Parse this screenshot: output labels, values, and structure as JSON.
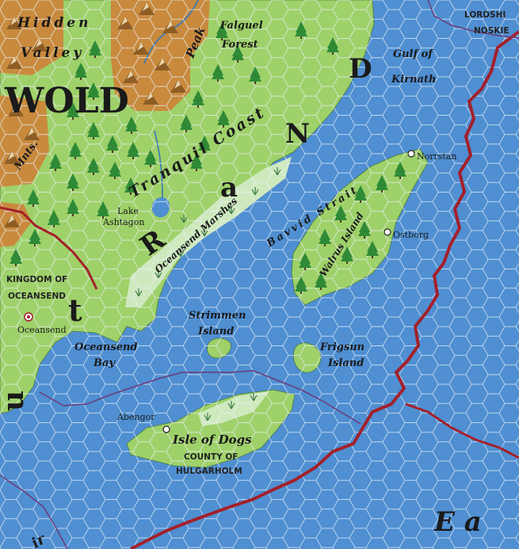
{
  "colors": {
    "sea": "#4f8fd2",
    "grass": "#9fd16a",
    "marsh": "#cfe9bf",
    "hills": "#c98a3d",
    "forest": "#2f8a36",
    "river": "#3a79b8",
    "border_major": "#a3202a",
    "border_minor": "#6b3a7a",
    "hex": "#e8f0f7"
  },
  "regions": {
    "hidden_valley_1": "Hidden",
    "hidden_valley_2": "Valley",
    "wold": "WOLD",
    "mnts": "Mnts.",
    "peaks": "Peak",
    "falguel_1": "Falguel",
    "falguel_2": "Forest",
    "coast": "Tranquil Coast",
    "lake_1": "Lake",
    "lake_2": "Ashtagon",
    "marshes": "Oceansend Marshes",
    "kingdom_1": "KINGDOM OF",
    "kingdom_2": "OCEANSEND",
    "bay_1": "Oceansend",
    "bay_2": "Bay",
    "gulf_1": "Gulf of",
    "gulf_2": "Kirnath",
    "strait": "Bavvid Strait",
    "walrus": "Walrus Island",
    "strimmen_1": "Strimmen",
    "strimmen_2": "Island",
    "frigsun_1": "Frigsun",
    "frigsun_2": "Island",
    "isle_of_dogs": "Isle of Dogs",
    "county_1": "COUNTY OF",
    "county_2": "HULGARHOLM",
    "lordship_1": "LORDSHI",
    "lordship_2": "NOSKIE"
  },
  "big_letters": {
    "r": "R",
    "a": "a",
    "n": "N",
    "d": "D",
    "t": "t",
    "u": "u",
    "ea": "E a",
    "ir": "ir"
  },
  "settlements": {
    "oceansend": "Oceansend",
    "norrstan": "Norrstan",
    "ostborg": "Ostborg",
    "abengor": "Abengor"
  }
}
